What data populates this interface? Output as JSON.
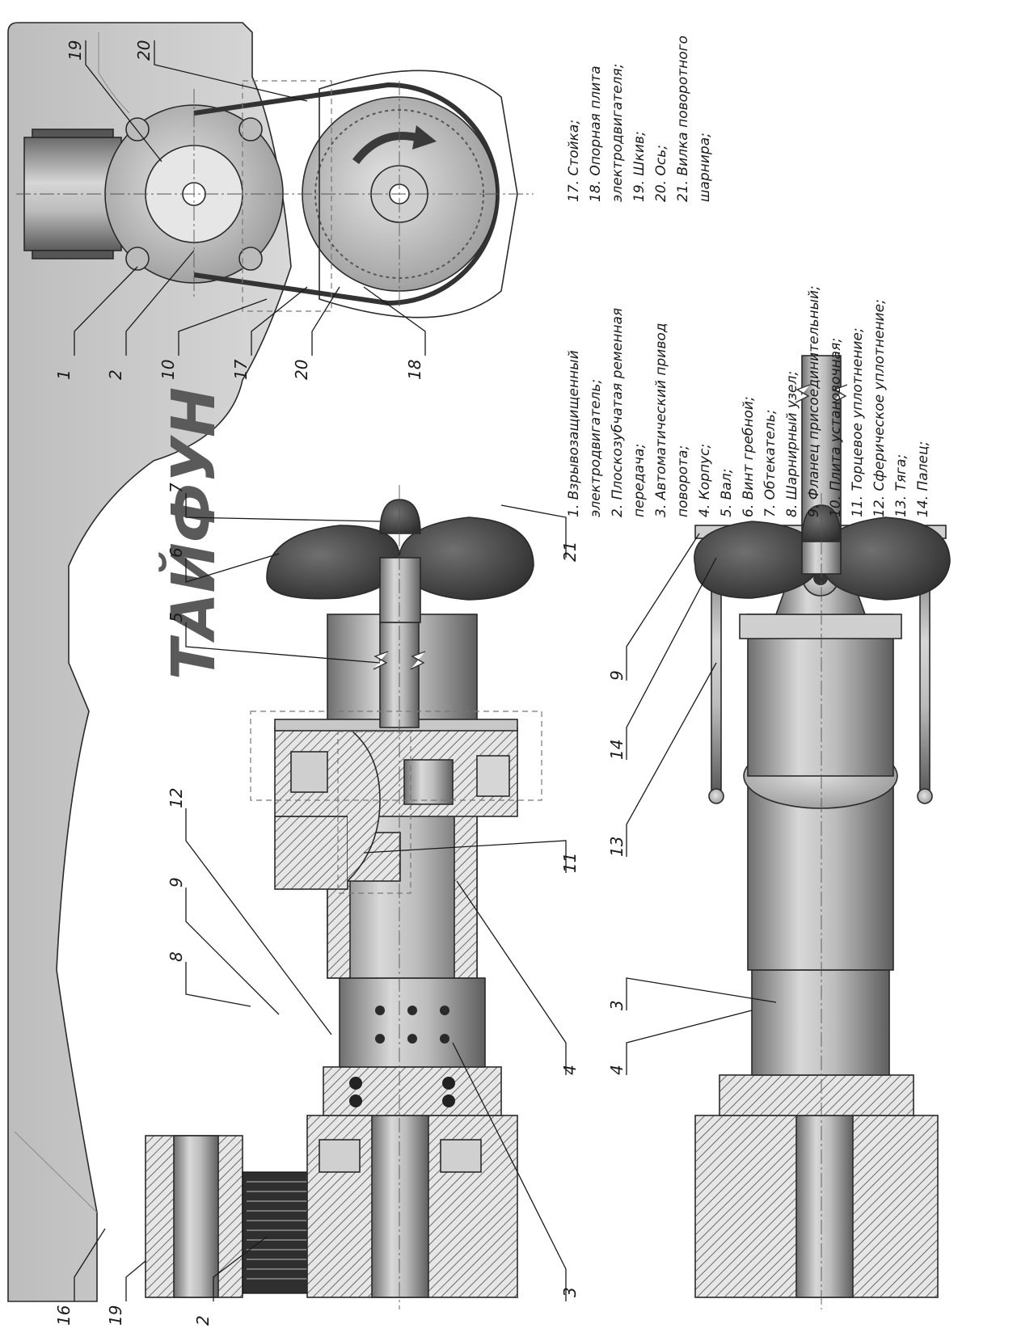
{
  "brand_text": "ТАЙФУН",
  "callouts_top": [
    "16",
    "19",
    "2",
    "3",
    "4",
    "11",
    "21",
    "8",
    "9",
    "12",
    "5",
    "6",
    "7"
  ],
  "callouts_bottom": [
    "4",
    "3",
    "13",
    "14",
    "9"
  ],
  "callouts_right": [
    "1",
    "2",
    "10",
    "17",
    "20",
    "18",
    "19",
    "20"
  ],
  "legend_col1": [
    "1. Взрывозащищенный",
    "электродвигатель;",
    "2. Плоскозубчатая ременная",
    "передача;",
    "3. Автоматический привод",
    "поворота;",
    "4. Корпус;",
    "5. Вал;",
    "6. Винт гребной;",
    "7. Обтекатель;",
    "8. Шарнирный узел;",
    "9. Фланец присоединительный;",
    "10. Плита установочная;",
    "11. Торцевое уплотнение;",
    "12. Сферическое уплотнение;",
    "13. Тяга;",
    "14. Палец;"
  ],
  "legend_col2": [
    "17. Стойка;",
    "18. Опорная плита",
    "электродвигателя;",
    "19. Шкив;",
    "20. Ось;",
    "21. Вилка поворотного",
    "шарнира;"
  ]
}
